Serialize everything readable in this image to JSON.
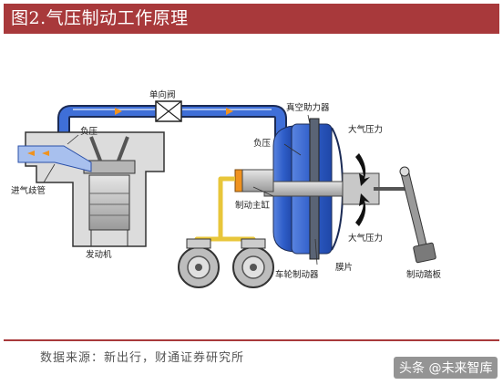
{
  "header": {
    "title": "图2.气压制动工作原理"
  },
  "diagram": {
    "labels": {
      "check_valve": "单向阀",
      "vacuum_booster": "真空助力器",
      "negative_pressure_left": "负压",
      "negative_pressure_right": "负压",
      "intake_manifold": "进气歧管",
      "engine": "发动机",
      "master_cylinder": "制动主缸",
      "atmospheric_top": "大气压力",
      "atmospheric_bottom": "大气压力",
      "wheel_brake": "车轮制动器",
      "diaphragm": "膜片",
      "brake_pedal": "制动踏板"
    },
    "colors": {
      "pipe_blue": "#3f6fd8",
      "pipe_light": "#a8c0ee",
      "booster_blue": "#3a66d0",
      "brake_line": "#e8c63a",
      "master_orange": "#f0921e",
      "engine_gray": "#8a8a8a"
    }
  },
  "footer": {
    "source": "数据来源：新出行，财通证券研究所",
    "watermark": "头条 @未来智库"
  }
}
